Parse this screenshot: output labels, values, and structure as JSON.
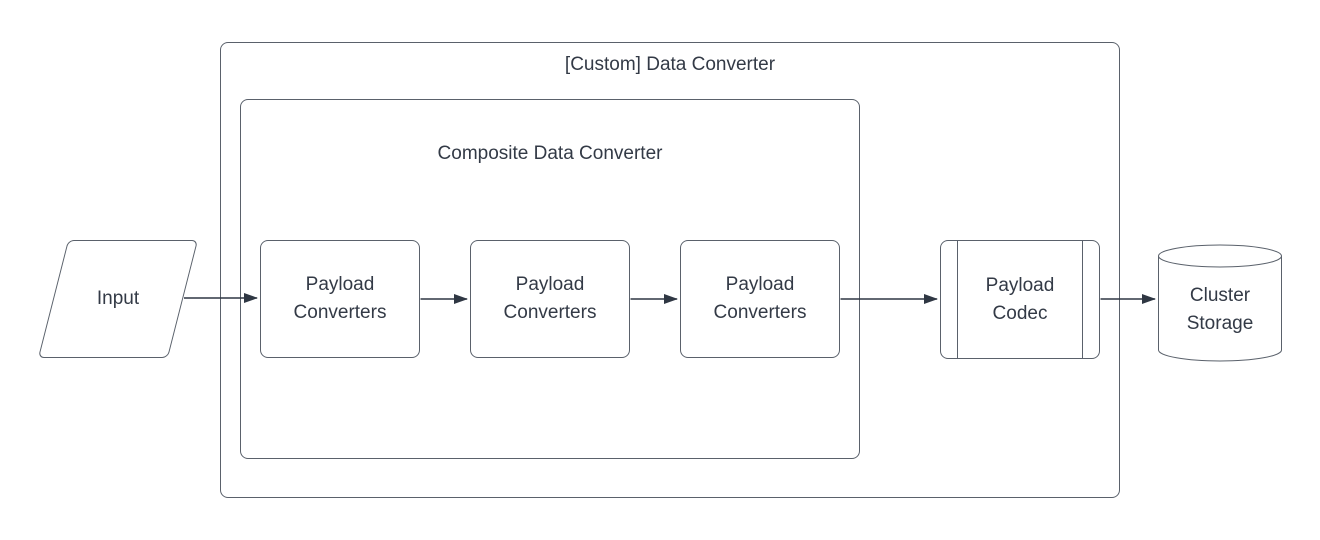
{
  "diagram": {
    "kind": "flowchart",
    "colors": {
      "background": "#ffffff",
      "shape_stroke": "#5a616b",
      "edge_stroke": "#2f3743",
      "text": "#333a46"
    },
    "groups": {
      "custom_data_converter": {
        "title": "[Custom] Data Converter"
      },
      "composite_data_converter": {
        "title": "Composite Data Converter"
      }
    },
    "nodes": {
      "input": {
        "label": "Input",
        "shape": "parallelogram"
      },
      "payload_converters_1": {
        "label": "Payload Converters",
        "shape": "rounded-rectangle"
      },
      "payload_converters_2": {
        "label": "Payload Converters",
        "shape": "rounded-rectangle"
      },
      "payload_converters_3": {
        "label": "Payload Converters",
        "shape": "rounded-rectangle"
      },
      "payload_codec": {
        "label": "Payload Codec",
        "shape": "predefined-process"
      },
      "cluster_storage": {
        "label": "Cluster Storage",
        "shape": "cylinder"
      }
    },
    "edges": [
      {
        "from": "input",
        "to": "payload_converters_1"
      },
      {
        "from": "payload_converters_1",
        "to": "payload_converters_2"
      },
      {
        "from": "payload_converters_2",
        "to": "payload_converters_3"
      },
      {
        "from": "payload_converters_3",
        "to": "payload_codec"
      },
      {
        "from": "payload_codec",
        "to": "cluster_storage"
      }
    ]
  }
}
